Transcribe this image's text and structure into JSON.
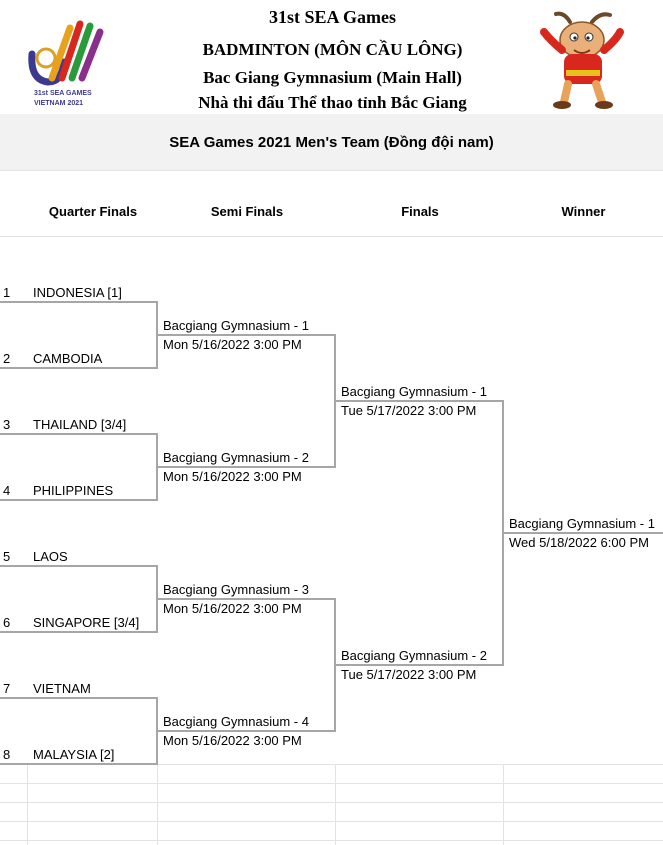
{
  "header": {
    "line1": "31st SEA Games",
    "line2": "BADMINTON (MÔN CẦU LÔNG)",
    "line3": "Bac Giang Gymnasium (Main Hall)",
    "line4": "Nhà thi đấu Thể thao tỉnh Bắc Giang"
  },
  "logo": {
    "line1": "31st SEA GAMES",
    "line2": "VIETNAM 2021"
  },
  "title": "SEA Games 2021 Men's Team (Đồng đội nam)",
  "columns": [
    "Quarter Finals",
    "Semi Finals",
    "Finals",
    "Winner"
  ],
  "teams": [
    {
      "num": "1",
      "name": "INDONESIA [1]"
    },
    {
      "num": "2",
      "name": "CAMBODIA"
    },
    {
      "num": "3",
      "name": "THAILAND [3/4]"
    },
    {
      "num": "4",
      "name": "PHILIPPINES"
    },
    {
      "num": "5",
      "name": "LAOS"
    },
    {
      "num": "6",
      "name": "SINGAPORE [3/4]"
    },
    {
      "num": "7",
      "name": "VIETNAM"
    },
    {
      "num": "8",
      "name": "MALAYSIA [2]"
    }
  ],
  "semis": [
    {
      "venue": "Bacgiang Gymnasium - 1",
      "time": "Mon 5/16/2022 3:00 PM"
    },
    {
      "venue": "Bacgiang Gymnasium - 2",
      "time": "Mon 5/16/2022 3:00 PM"
    },
    {
      "venue": "Bacgiang Gymnasium - 3",
      "time": "Mon 5/16/2022 3:00 PM"
    },
    {
      "venue": "Bacgiang Gymnasium - 4",
      "time": "Mon 5/16/2022 3:00 PM"
    }
  ],
  "finals": [
    {
      "venue": "Bacgiang Gymnasium - 1",
      "time": "Tue 5/17/2022 3:00 PM"
    },
    {
      "venue": "Bacgiang Gymnasium - 2",
      "time": "Tue 5/17/2022 3:00 PM"
    }
  ],
  "winner": {
    "venue": "Bacgiang Gymnasium - 1",
    "time": "Wed 5/18/2022 6:00 PM"
  }
}
